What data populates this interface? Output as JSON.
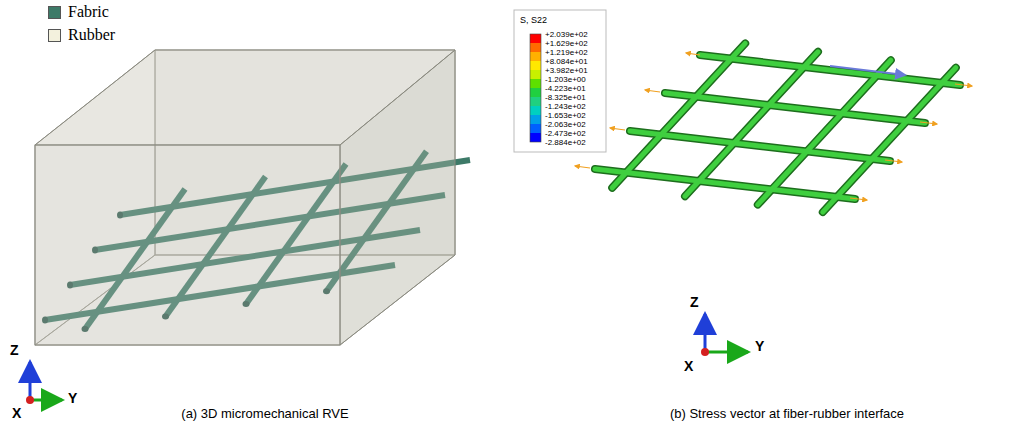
{
  "diagram": {
    "labels": [
      "Z",
      "Y",
      "X",
      "(a) 3D micromechanical RVE",
      "S, S22",
      "+2.039e+02",
      "+1.629e+02",
      "+1.219e+02",
      "+8.084e+01",
      "+3.982e+01",
      "-1.203e+00",
      "-4.223e+01",
      "-8.325e+01",
      "-1.243e+02",
      "-1.653e+02",
      "-2.063e+02",
      "-2.473e+02",
      "-2.884e+02",
      "Z",
      "X",
      "Y",
      "(b) Stress vector at fiber-rubber interface"
    ],
    "legend": [
      {
        "text": "Fabric",
        "color": "#3d7a68"
      },
      {
        "text": "Rubber",
        "color": "#f3f1dd"
      }
    ]
  }
}
